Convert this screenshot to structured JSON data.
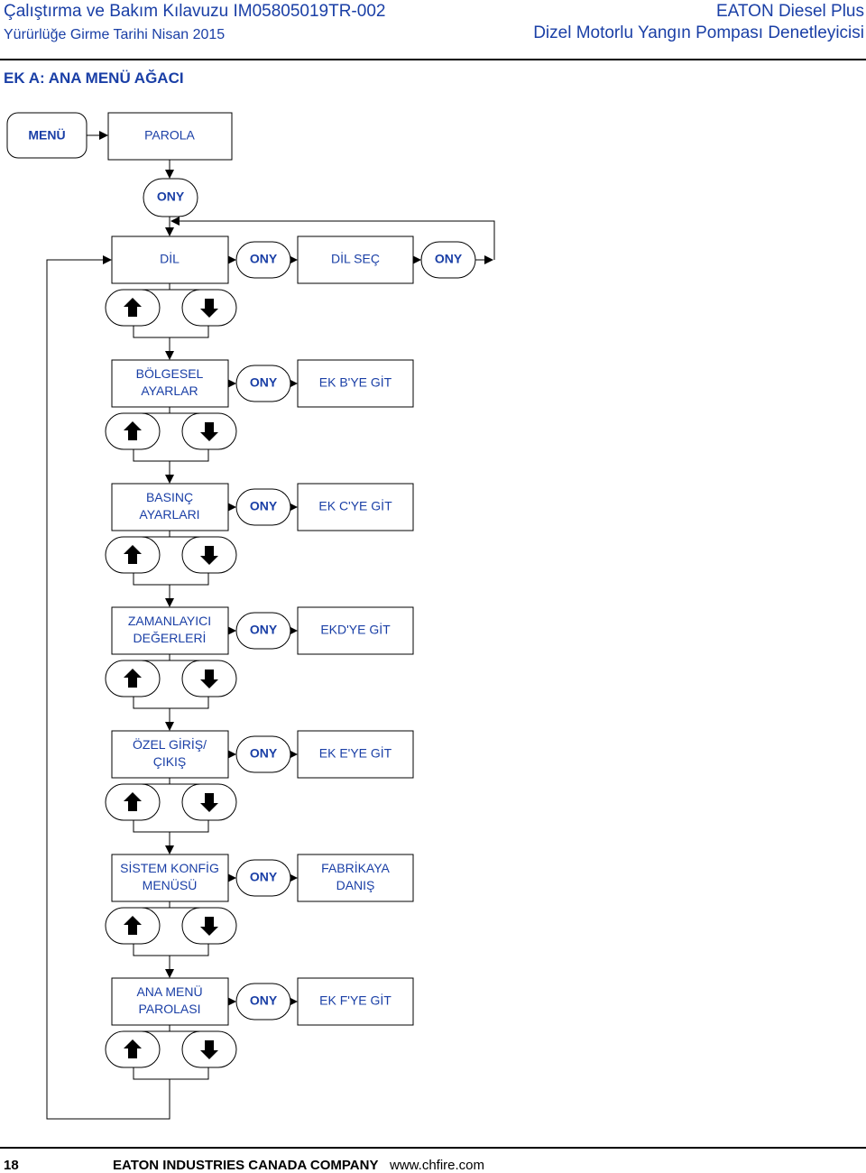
{
  "header": {
    "left_title": "Çalıştırma ve Bakım Kılavuzu IM05805019TR-002",
    "left_subtitle": "Yürürlüğe Girme Tarihi Nisan 2015",
    "right_title": "EATON Diesel Plus",
    "right_subtitle": "Dizel Motorlu Yangın Pompası Denetleyicisi"
  },
  "section_title": "EK A: ANA MENÜ AĞACI",
  "diagram": {
    "menu": "MENÜ",
    "password": "PAROLA",
    "enter_label": "ONY",
    "rows": [
      {
        "item": [
          "DİL"
        ],
        "result": [
          "DİL SEÇ"
        ],
        "result_enter": "ONY"
      },
      {
        "item": [
          "BÖLGESEL",
          "AYARLAR"
        ],
        "result": [
          "EK B'YE GİT"
        ]
      },
      {
        "item": [
          "BASINÇ",
          "AYARLARI"
        ],
        "result": [
          "EK C'YE GİT"
        ]
      },
      {
        "item": [
          "ZAMANLAYICI",
          "DEĞERLERİ"
        ],
        "result": [
          "EKD'YE GİT"
        ]
      },
      {
        "item": [
          "ÖZEL GİRİŞ/",
          "ÇIKIŞ"
        ],
        "result": [
          "EK E'YE GİT"
        ]
      },
      {
        "item": [
          "SİSTEM KONFİG",
          "MENÜSÜ"
        ],
        "result": [
          "FABRİKAYA",
          "DANIŞ"
        ]
      },
      {
        "item": [
          "ANA MENÜ",
          "PAROLASI"
        ],
        "result": [
          "EK F'YE GİT"
        ]
      }
    ],
    "up_icon": "arrow-up-icon",
    "down_icon": "arrow-down-icon"
  },
  "footer": {
    "page_number": "18",
    "company": "EATON INDUSTRIES CANADA COMPANY",
    "url": "www.chfire.com"
  },
  "colors": {
    "text": "#1a3fa6",
    "line": "#000000"
  }
}
